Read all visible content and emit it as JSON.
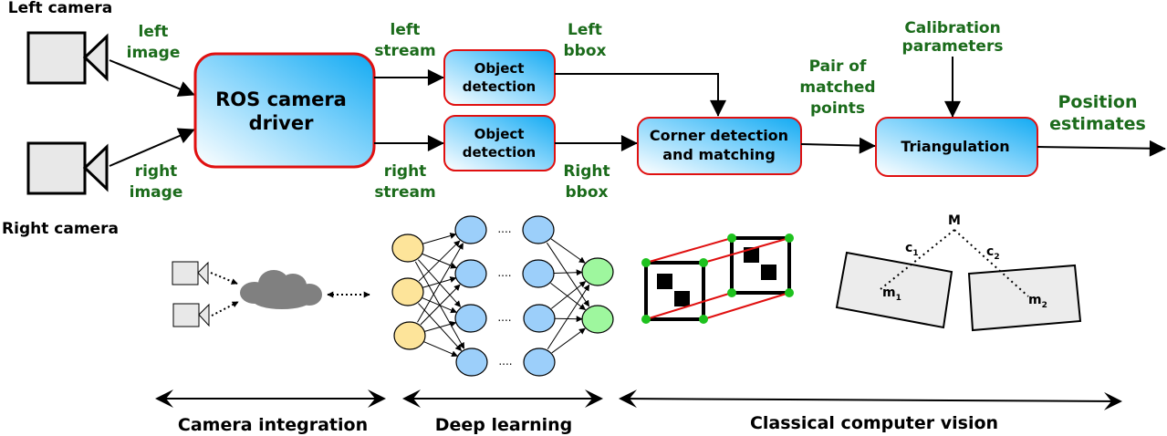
{
  "cameras": {
    "left": "Left camera",
    "right": "Right camera"
  },
  "labels": {
    "left_image": [
      "left",
      "image"
    ],
    "right_image": [
      "right",
      "image"
    ],
    "left_stream": [
      "left",
      "stream"
    ],
    "right_stream": [
      "right",
      "stream"
    ],
    "left_bbox": [
      "Left",
      "bbox"
    ],
    "right_bbox": [
      "Right",
      "bbox"
    ],
    "pair_matched": [
      "Pair of",
      "matched",
      "points"
    ],
    "calibration": [
      "Calibration",
      "parameters"
    ],
    "position": [
      "Position",
      "estimates"
    ]
  },
  "boxes": {
    "ros_driver": [
      "ROS camera",
      "driver"
    ],
    "object_detection_top": [
      "Object",
      "detection"
    ],
    "object_detection_bottom": [
      "Object",
      "detection"
    ],
    "corner_matching": [
      "Corner detection",
      "and matching"
    ],
    "triangulation": [
      "Triangulation"
    ]
  },
  "geometry_labels": {
    "M": "M",
    "c1": "c",
    "c1_sub": "1",
    "c2": "c",
    "c2_sub": "2",
    "m1": "m",
    "m1_sub": "1",
    "m2": "m",
    "m2_sub": "2"
  },
  "nn_dots": "....",
  "sections": {
    "camera_integration": "Camera integration",
    "deep_learning": "Deep learning",
    "classical_cv": "Classical computer vision"
  },
  "colors": {
    "label_green": "#1b6b1b",
    "box_border": "#e01010",
    "box_fill_start": "#ffffff",
    "box_fill_end": "#1ab0f5",
    "node_yellow": "#fde49a",
    "node_blue": "#9ccffa",
    "node_green": "#9ef79e",
    "cloud_gray": "#808080",
    "marker_red": "#e01010",
    "corner_green": "#1ec21e"
  }
}
